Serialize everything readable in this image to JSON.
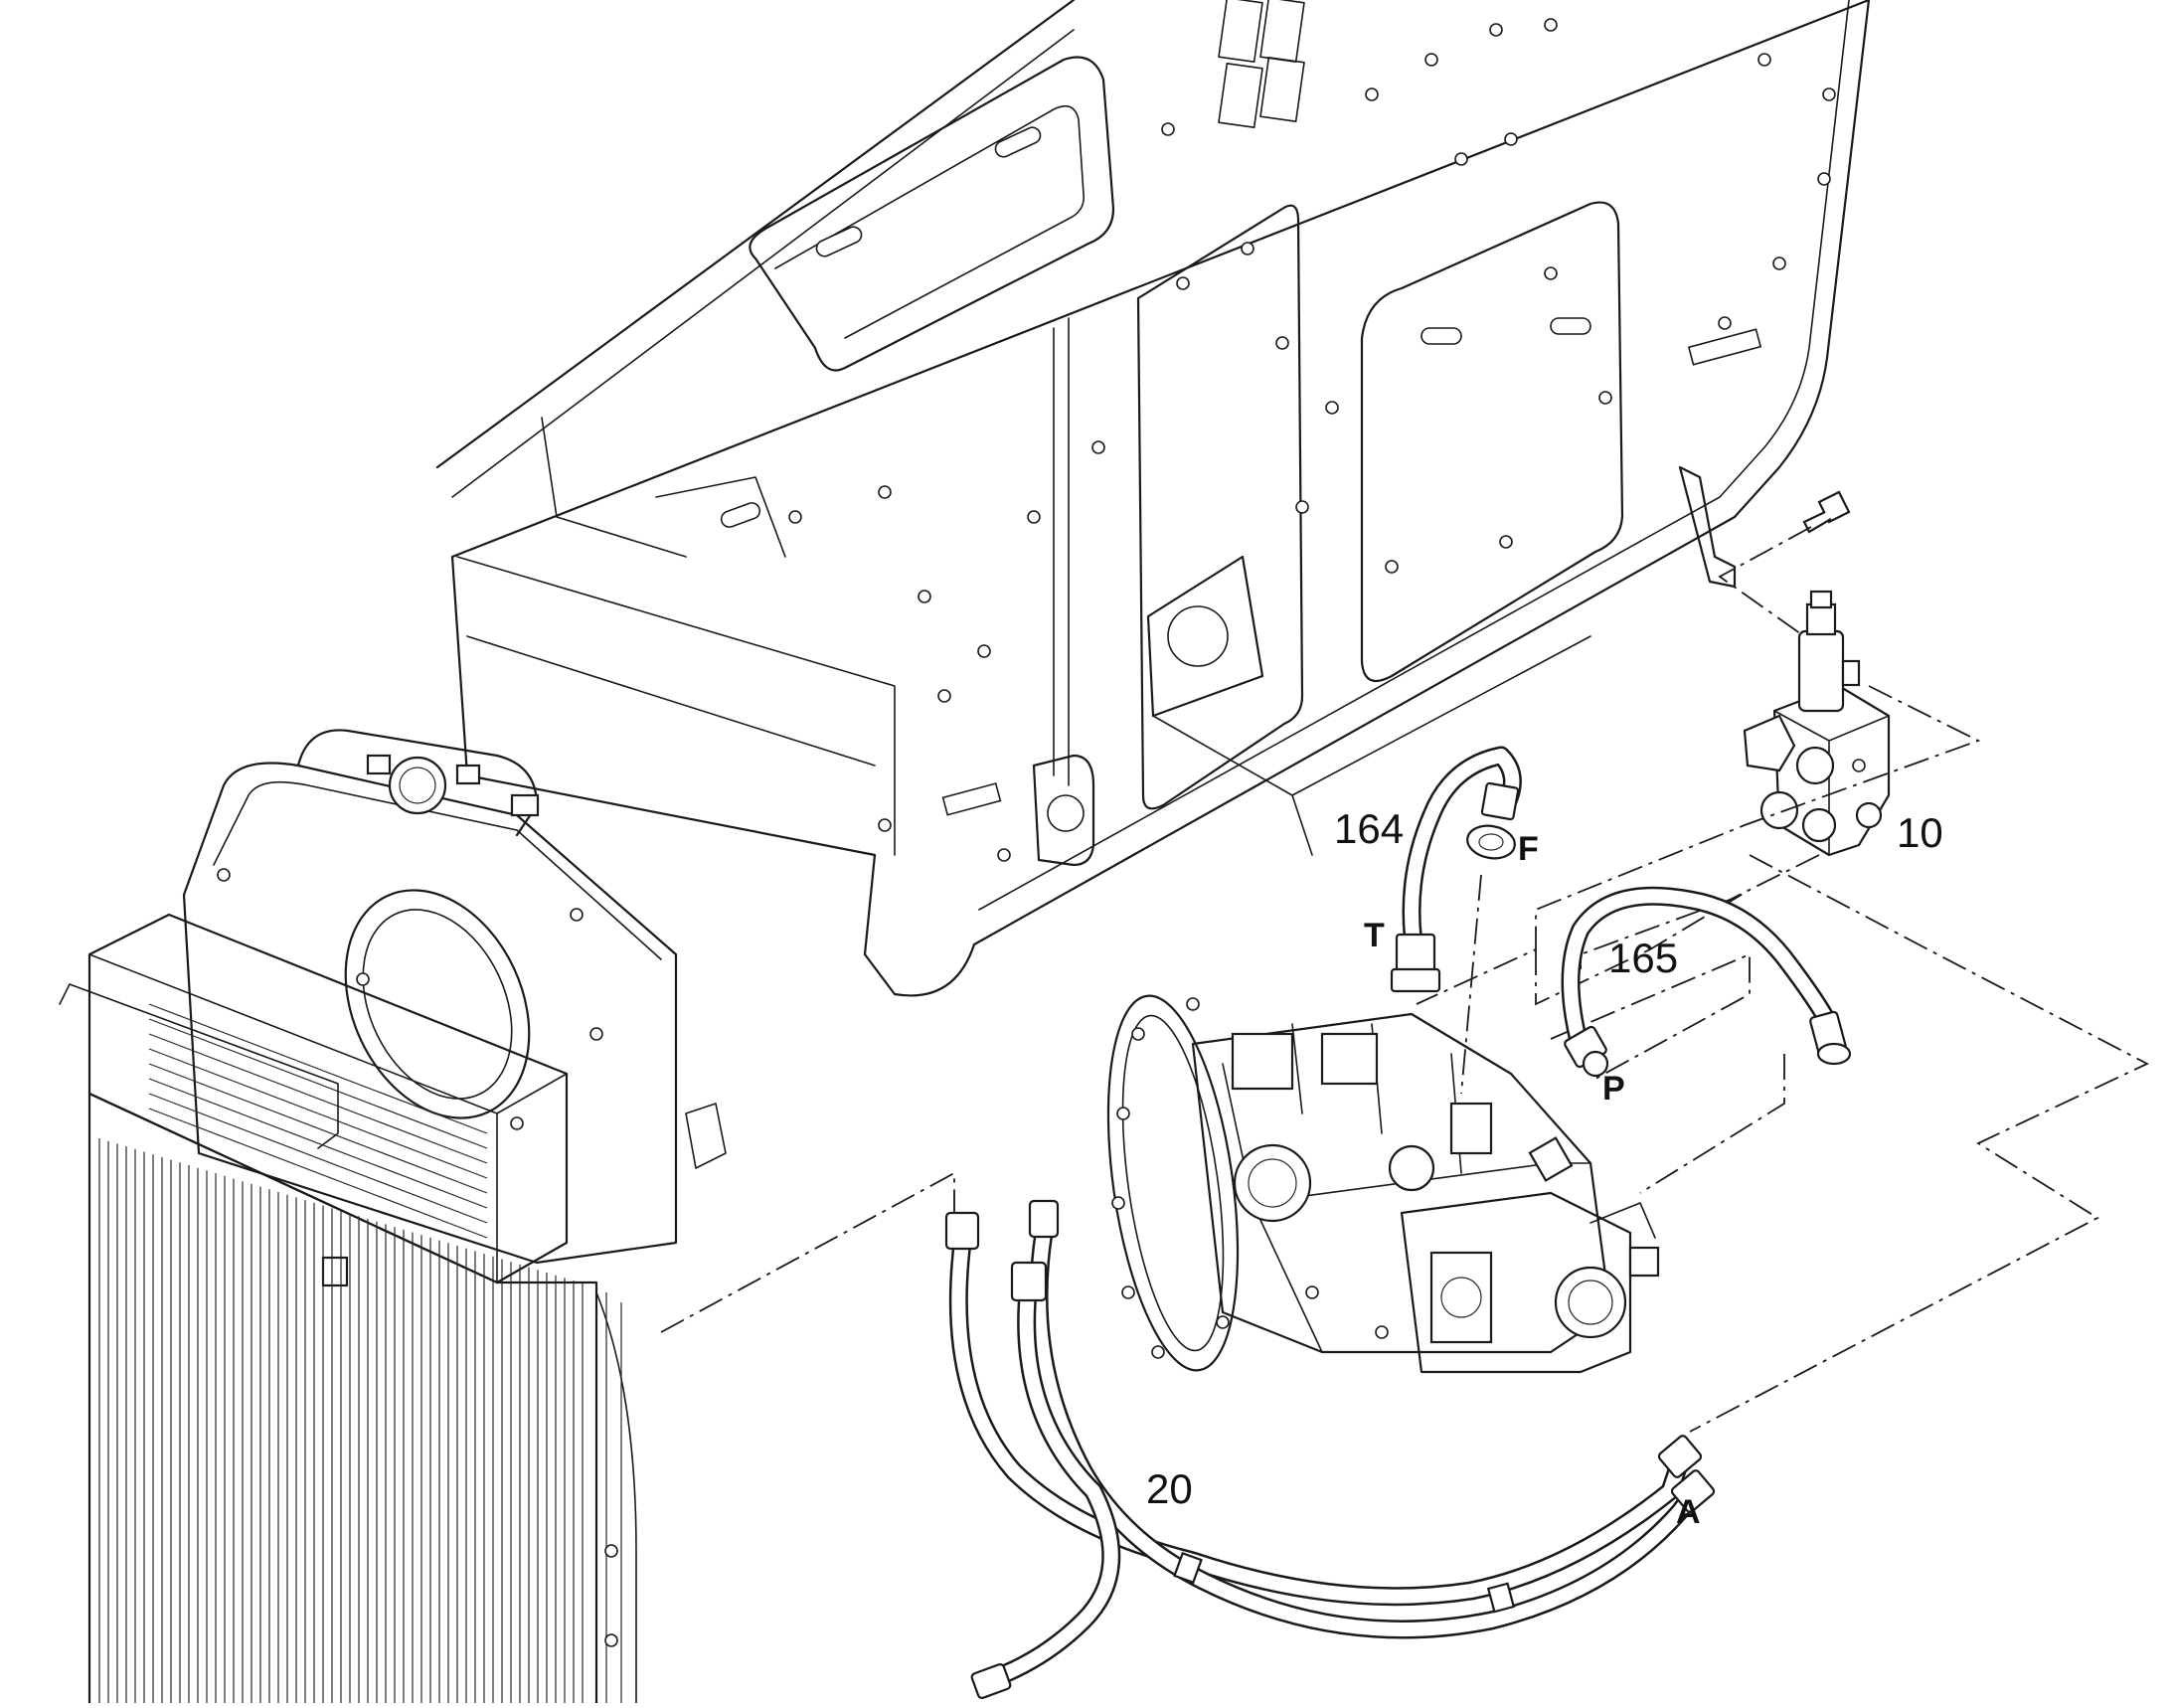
{
  "callouts": {
    "hose_164": "164",
    "hose_165": "165",
    "valve_block_10": "10",
    "hose_set_20": "20"
  },
  "ports": {
    "t": "T",
    "f": "F",
    "p": "P",
    "a": "A"
  },
  "colors": {
    "ink": "#1a1a1a",
    "paper": "#ffffff"
  }
}
